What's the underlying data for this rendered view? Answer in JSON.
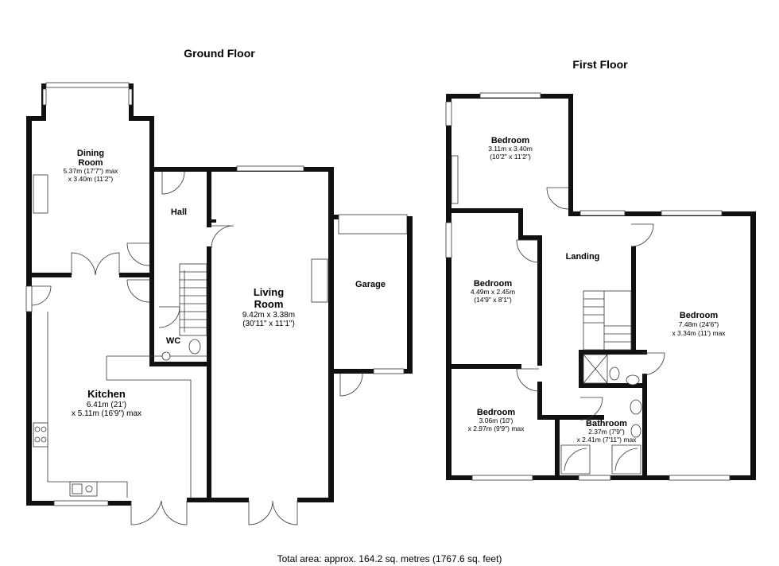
{
  "ground_floor": {
    "title": "Ground Floor",
    "rooms": {
      "dining": {
        "name_1": "Dining",
        "name_2": "Room",
        "dim_1": "5.37m (17'7\") max",
        "dim_2": "x 3.40m (11'2\")"
      },
      "hall": {
        "name": "Hall"
      },
      "wc": {
        "name": "WC"
      },
      "living": {
        "name_1": "Living",
        "name_2": "Room",
        "dim_1": "9.42m x 3.38m",
        "dim_2": "(30'11\" x 11'1\")"
      },
      "garage": {
        "name": "Garage"
      },
      "kitchen": {
        "name": "Kitchen",
        "dim_1": "6.41m (21')",
        "dim_2": "x 5.11m (16'9\") max"
      }
    }
  },
  "first_floor": {
    "title": "First Floor",
    "rooms": {
      "bedroom_top": {
        "name": "Bedroom",
        "dim_1": "3.11m x 3.40m",
        "dim_2": "(10'2\" x 11'2\")"
      },
      "bedroom_mid": {
        "name": "Bedroom",
        "dim_1": "4.49m x 2.45m",
        "dim_2": "(14'9\" x 8'1\")"
      },
      "landing": {
        "name": "Landing"
      },
      "bedroom_large": {
        "name": "Bedroom",
        "dim_1": "7.48m (24'6\")",
        "dim_2": "x 3.34m (11') max"
      },
      "bedroom_bottom": {
        "name": "Bedroom",
        "dim_1": "3.06m (10')",
        "dim_2": "x 2.97m (9'9\") max"
      },
      "bathroom": {
        "name": "Bathroom",
        "dim_1": "2.37m (7'9\")",
        "dim_2": "x 2.41m (7'11\") max"
      }
    }
  },
  "footer": {
    "total_area": "Total area: approx. 164.2 sq. metres (1767.6 sq. feet)"
  }
}
